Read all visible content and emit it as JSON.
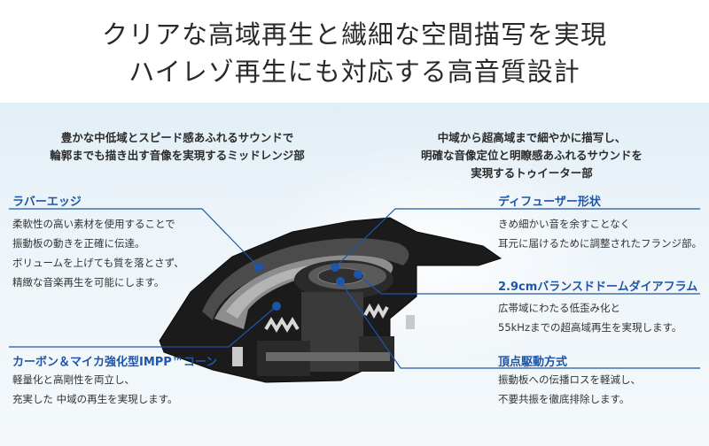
{
  "heading": {
    "line1": "クリアな高域再生と繊細な空間描写を実現",
    "line2": "ハイレゾ再生にも対応する高音質設計"
  },
  "intro": {
    "left": [
      "豊かな中低域とスピード感あふれるサウンドで",
      "輪郭までも描き出す音像を実現するミッドレンジ部"
    ],
    "right": [
      "中域から超高域まで細やかに描写し、",
      "明確な音像定位と明瞭感あふれるサウンドを",
      "実現するトゥイーター部"
    ]
  },
  "features": {
    "rubber_edge": {
      "title": "ラバーエッジ",
      "desc": [
        "柔軟性の高い素材を使用することで",
        "振動板の動きを正確に伝達。",
        "ボリュームを上げても質を落とさず、",
        "精緻な音楽再生を可能にします。"
      ]
    },
    "cone": {
      "title": "カーボン＆マイカ強化型IMPP™コーン",
      "desc": [
        "軽量化と高剛性を両立し、",
        "充実した 中域の再生を実現します。"
      ]
    },
    "diffuser": {
      "title": "ディフューザー形状",
      "desc": [
        "きめ細かい音を余すことなく",
        "耳元に届けるために調整されたフランジ部。"
      ]
    },
    "dome": {
      "title": "2.9cmバランスドドームダイアフラム",
      "desc": [
        "広帯域にわたる低歪み化と",
        "55kHzまでの超高域再生を実現します。"
      ]
    },
    "apex": {
      "title": "頂点駆動方式",
      "desc": [
        "振動板への伝播ロスを軽減し、",
        "不要共振を徹底排除します。"
      ]
    }
  },
  "colors": {
    "accent": "#1d56a8",
    "panel": "#e8f2f8",
    "text": "#2a2a2a"
  }
}
